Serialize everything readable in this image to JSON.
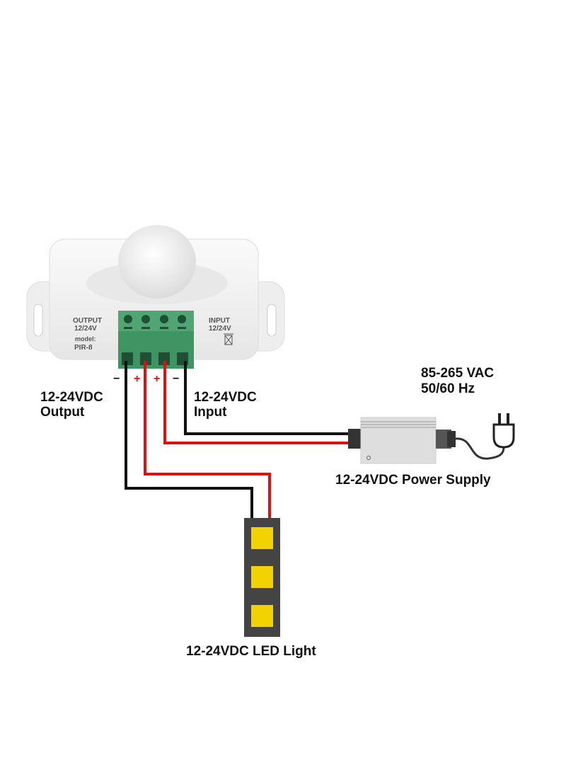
{
  "device": {
    "output_label": "OUTPUT",
    "output_voltage": "12/24V",
    "model_label": "model:",
    "model": "PIR-8",
    "input_label": "INPUT",
    "input_voltage": "12/24V"
  },
  "polarity": [
    "−",
    "+",
    "+",
    "−"
  ],
  "labels": {
    "output_line1": "12-24VDC",
    "output_line2": "Output",
    "input_line1": "12-24VDC",
    "input_line2": "Input",
    "ac_line1": "85-265 VAC",
    "ac_line2": "50/60 Hz",
    "power_supply": "12-24VDC Power Supply",
    "led_light": "12-24VDC LED Light"
  },
  "colors": {
    "wire_negative": "#111111",
    "wire_positive": "#e01010",
    "terminal": "#4fa673",
    "led": "#f2d200",
    "strip": "#444444"
  }
}
